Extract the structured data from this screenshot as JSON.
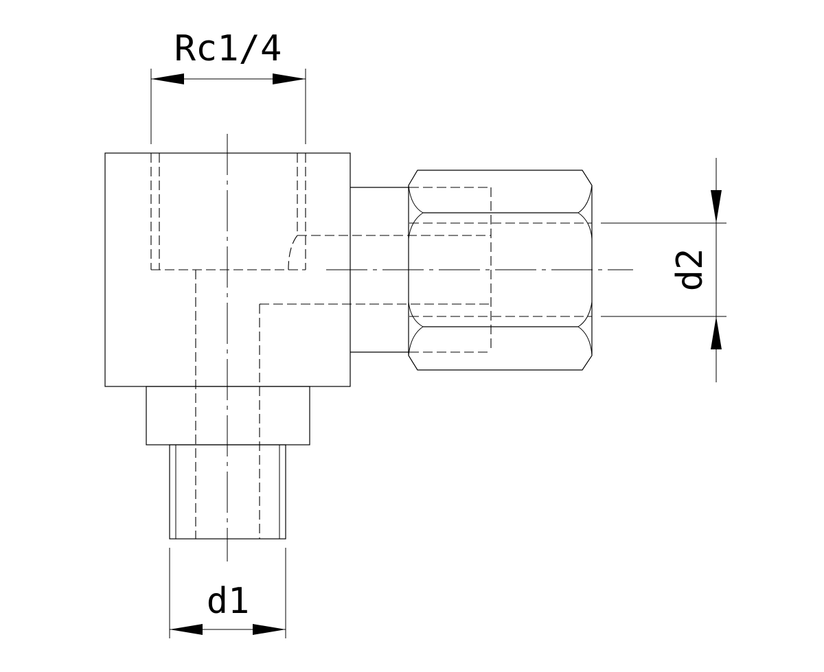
{
  "drawing": {
    "dimensions": {
      "thread_label": "Rc1/4",
      "d1_label": "d1",
      "d2_label": "d2"
    }
  }
}
